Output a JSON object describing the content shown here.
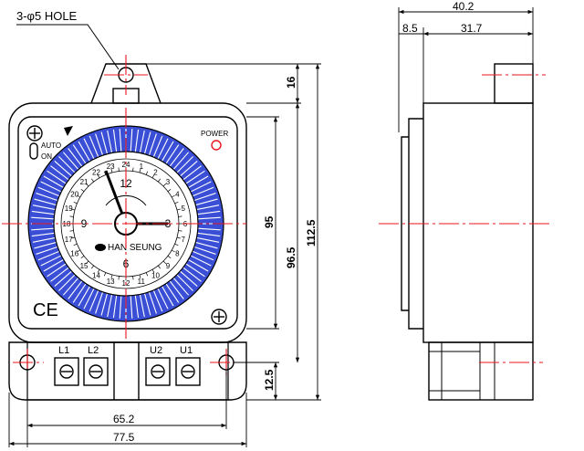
{
  "labels": {
    "hole_note": "3-φ5 HOLE",
    "auto": "AUTO",
    "on": "ON",
    "power": "POWER",
    "ce": "CE",
    "brand": "HAN SEUNG",
    "terminals": [
      "L1",
      "L2",
      "U2",
      "U1"
    ],
    "dial_hours": [
      "12",
      "3",
      "6",
      "9"
    ]
  },
  "dimensions": {
    "top_width": "40.2",
    "top_left": "8.5",
    "top_right": "31.7",
    "right_16": "16",
    "right_95": "95",
    "right_965": "96.5",
    "right_1125": "112.5",
    "right_125": "12.5",
    "bottom_652": "65.2",
    "bottom_775": "77.5"
  },
  "ring_numbers": [
    "1",
    "2",
    "3",
    "4",
    "5",
    "6",
    "7",
    "8",
    "9",
    "10",
    "11",
    "12",
    "13",
    "14",
    "15",
    "16",
    "17",
    "18",
    "19",
    "20",
    "21",
    "22",
    "23",
    "24"
  ],
  "colors": {
    "ring_blue": "#3a4fd6",
    "ring_tick": "#ffffff",
    "centerline_red": "#e8141e",
    "line": "#000000"
  }
}
